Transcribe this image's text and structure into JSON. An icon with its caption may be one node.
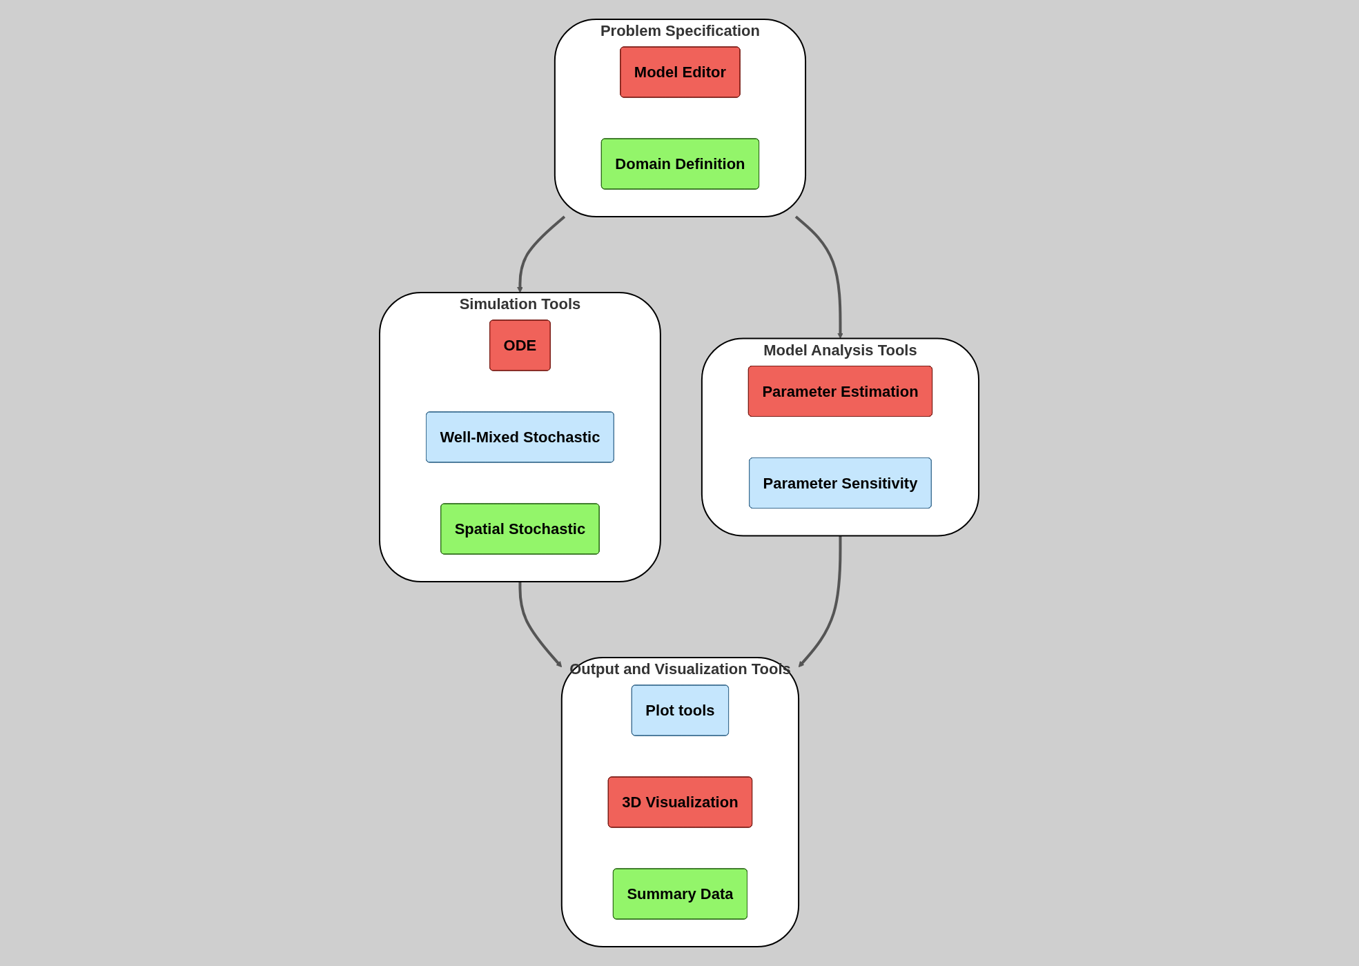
{
  "diagram": {
    "nodes": [
      {
        "text": [
          "Problem Specification"
        ]
      },
      {
        "text": [
          "Model Editor"
        ],
        "in": 0
      },
      {
        "text": [
          "Domain Definition"
        ],
        "in": 0
      },
      {
        "text": [
          "Simulation Tools"
        ]
      },
      {
        "text": [
          "ODE"
        ],
        "in": 3
      },
      {
        "text": [
          "Well-Mixed Stochastic"
        ],
        "in": 3
      },
      {
        "text": [
          "Spatial Stochastic"
        ],
        "in": 3
      },
      {
        "text": [
          "Model Analysis Tools"
        ]
      },
      {
        "text": [
          "Parameter Estimation"
        ],
        "in": 7
      },
      {
        "text": [
          "Parameter Sensitivity"
        ],
        "in": 7
      },
      {
        "text": [
          "Output and Visualization Tools"
        ]
      },
      {
        "text": [
          "Plot tools"
        ],
        "in": 10
      },
      {
        "text": [
          "3D Visualization"
        ],
        "in": 10
      },
      {
        "text": [
          "Summary Data"
        ],
        "in": 10
      }
    ],
    "edges": [
      {
        "from": 0,
        "to": 3,
        "arrow": "to"
      },
      {
        "from": 0,
        "to": 7,
        "arrow": "to"
      },
      {
        "from": 3,
        "to": 10,
        "arrow": "to"
      },
      {
        "from": 7,
        "to": 10,
        "arrow": "to"
      }
    ]
  }
}
